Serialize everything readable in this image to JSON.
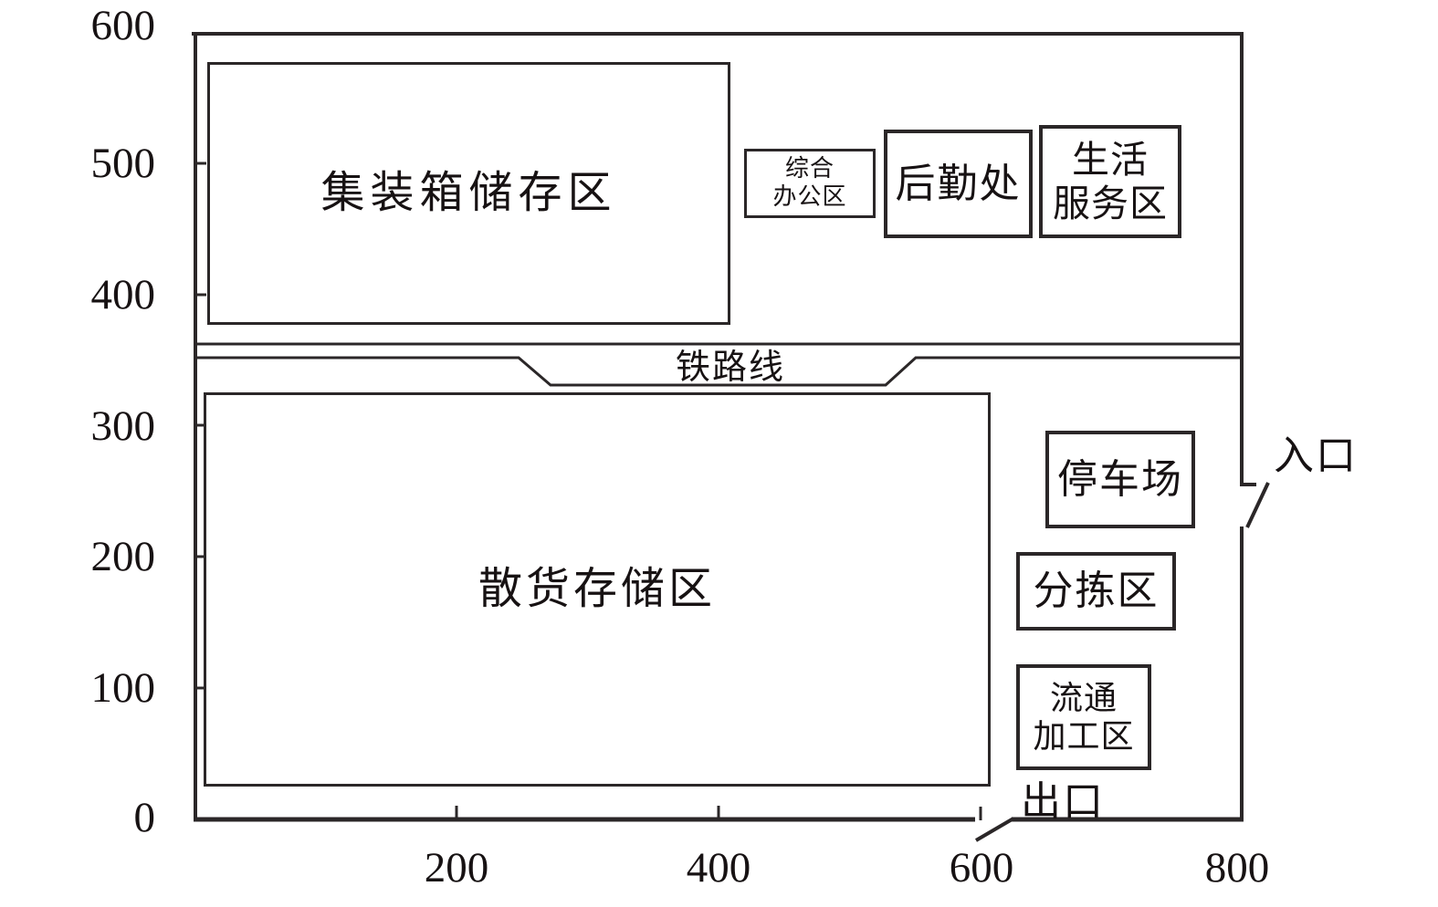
{
  "axes": {
    "y_ticks": [
      "600",
      "500",
      "400",
      "300",
      "200",
      "100",
      "0"
    ],
    "x_ticks": [
      "200",
      "400",
      "600",
      "800"
    ],
    "x_range": [
      0,
      800
    ],
    "y_range": [
      0,
      600
    ]
  },
  "regions": {
    "container_storage": {
      "label": "集装箱储存区",
      "x": [
        10,
        410
      ],
      "y": [
        375,
        575
      ]
    },
    "bulk_storage": {
      "label": "散货存储区",
      "x": [
        10,
        610
      ],
      "y": [
        25,
        325
      ]
    },
    "office": {
      "line1": "综合",
      "line2": "办公区",
      "x": [
        420,
        520
      ],
      "y": [
        455,
        510
      ]
    },
    "logistics": {
      "label": "后勤处",
      "x": [
        525,
        640
      ],
      "y": [
        445,
        525
      ]
    },
    "life_service": {
      "line1": "生活",
      "line2": "服务区",
      "x": [
        645,
        755
      ],
      "y": [
        445,
        530
      ]
    },
    "parking": {
      "label": "停车场",
      "x": [
        650,
        765
      ],
      "y": [
        220,
        295
      ]
    },
    "sorting": {
      "label": "分拣区",
      "x": [
        630,
        750
      ],
      "y": [
        145,
        205
      ]
    },
    "processing": {
      "line1": "流通",
      "line2": "加工区",
      "x": [
        630,
        730
      ],
      "y": [
        40,
        120
      ]
    }
  },
  "railway": {
    "label": "铁路线",
    "y_upper": 362,
    "y_lower": 352,
    "y_dip": 331
  },
  "gates": {
    "entrance_label": "入口",
    "entrance_side": "right",
    "entrance_y": [
      225,
      255
    ],
    "exit_label": "出口",
    "exit_side": "bottom",
    "exit_x": [
      600,
      625
    ]
  },
  "colors": {
    "line": "#2b2728",
    "text": "#171213",
    "background": "#ffffff"
  }
}
